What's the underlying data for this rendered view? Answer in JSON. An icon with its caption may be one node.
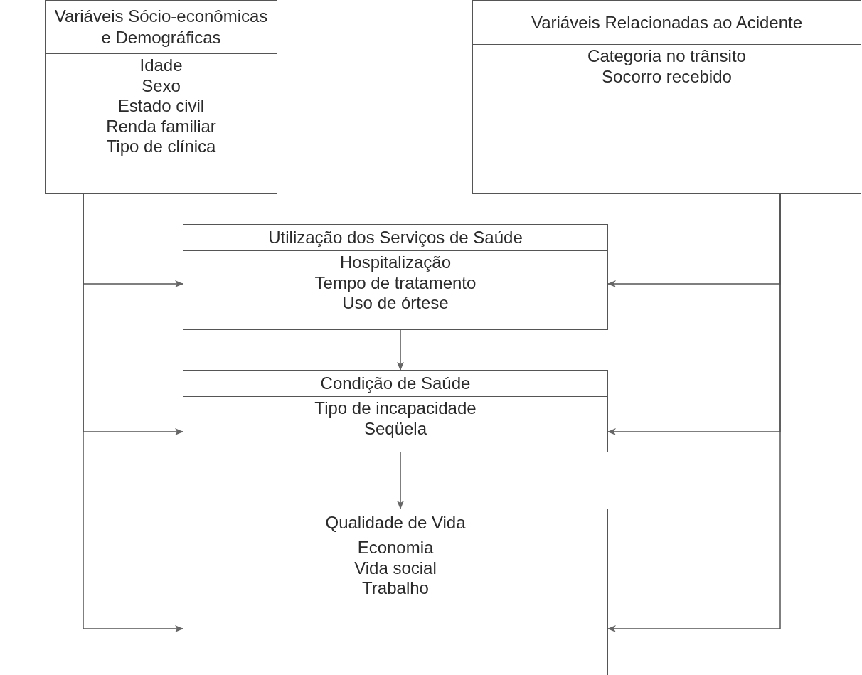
{
  "diagram": {
    "nodes": [
      {
        "text": [
          "Variáveis Sócio-econômicas e Demográficas",
          "Idade",
          "Sexo",
          "Estado civil",
          "Renda familiar",
          "Tipo de clínica"
        ]
      },
      {
        "text": [
          "Variáveis Relacionadas ao Acidente",
          "Categoria no trânsito",
          "Socorro recebido"
        ]
      },
      {
        "text": [
          "Utilização dos Serviços de Saúde",
          "Hospitalização",
          "Tempo de tratamento",
          "Uso de órtese"
        ]
      },
      {
        "text": [
          "Condição de Saúde",
          "Tipo de incapacidade",
          "Seqüela"
        ]
      },
      {
        "text": [
          "Qualidade de Vida",
          "Economia",
          "Vida social",
          "Trabalho"
        ]
      }
    ],
    "edges": [
      {
        "from": 0,
        "to": 2,
        "arrow": "to"
      },
      {
        "from": 0,
        "to": 3,
        "arrow": "to"
      },
      {
        "from": 0,
        "to": 4,
        "arrow": "to"
      },
      {
        "from": 1,
        "to": 2,
        "arrow": "to"
      },
      {
        "from": 1,
        "to": 3,
        "arrow": "to"
      },
      {
        "from": 1,
        "to": 4,
        "arrow": "to"
      },
      {
        "from": 2,
        "to": 3,
        "arrow": "to"
      },
      {
        "from": 3,
        "to": 4,
        "arrow": "to"
      }
    ]
  }
}
